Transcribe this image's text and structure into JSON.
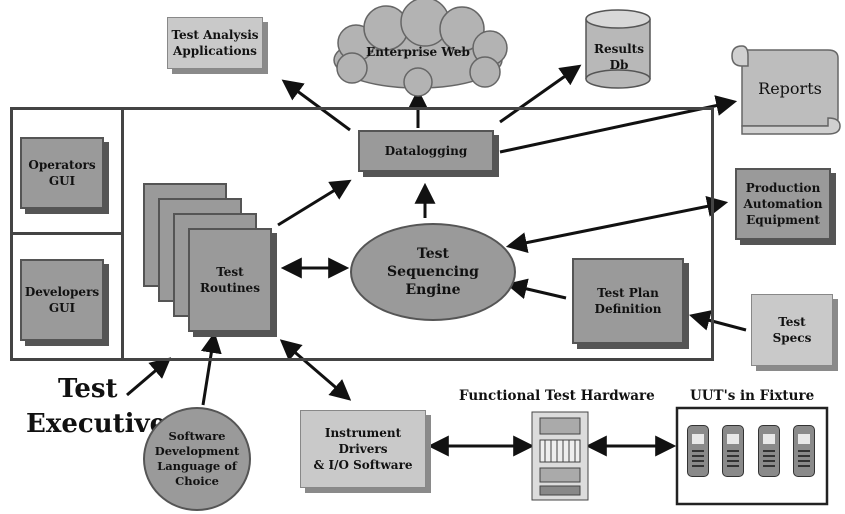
{
  "boxes": {
    "test_analysis": "Test Analysis\nApplications",
    "enterprise_web": "Enterprise Web",
    "results_db": "Results\nDb",
    "reports": "Reports",
    "datalogging": "Datalogging",
    "operators_gui": "Operators\nGUI",
    "developers_gui": "Developers\nGUI",
    "test_routines": "Test\nRoutines",
    "engine": "Test\nSequencing\nEngine",
    "production_automation": "Production\nAutomation\nEquipment",
    "test_plan": "Test Plan\nDefinition",
    "test_specs": "Test\nSpecs",
    "instrument_drivers": "Instrument\nDrivers\n& I/O Software",
    "software_dev": "Software\nDevelopment\nLanguage of\nChoice"
  },
  "labels": {
    "test_executive_line1": "Test",
    "test_executive_line2": "Executive",
    "functional_hardware": "Functional Test Hardware",
    "uuts": "UUT's in Fixture"
  }
}
